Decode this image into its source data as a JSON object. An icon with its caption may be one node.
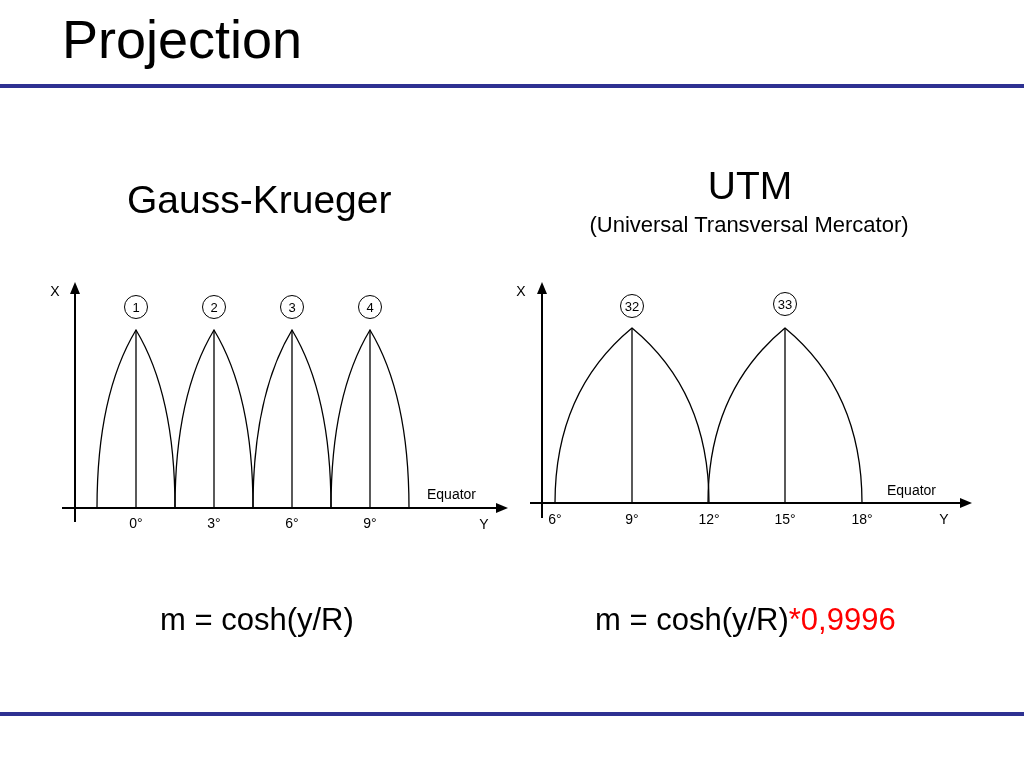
{
  "diagram": {
    "title": "Projection",
    "nodes": [
      {
        "text": [
          "1"
        ]
      },
      {
        "text": [
          "2"
        ]
      },
      {
        "text": [
          "3"
        ]
      },
      {
        "text": [
          "4"
        ]
      },
      {
        "text": [
          "32"
        ]
      },
      {
        "text": [
          "33"
        ]
      }
    ],
    "labels": [
      "Gauss-Krueger",
      "UTM",
      "(Universal Transversal Mercator)",
      "X",
      "Equator",
      "0°",
      "3°",
      "6°",
      "9°",
      "Y",
      "X",
      "Equator",
      "6°",
      "9°",
      "12°",
      "15°",
      "18°",
      "Y",
      "m = cosh(y/R)",
      "m = cosh(y/R)",
      "*0,9996"
    ]
  }
}
